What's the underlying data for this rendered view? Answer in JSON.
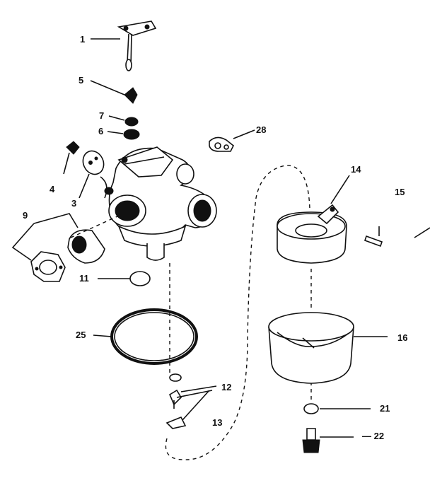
{
  "callouts": {
    "c1": "1",
    "c3": "3",
    "c4": "4",
    "c5": "5",
    "c6": "6",
    "c7": "7",
    "c9": "9",
    "c11": "11",
    "c12": "12",
    "c13": "13",
    "c14": "14",
    "c15": "15",
    "c16": "16",
    "c21": "21",
    "c22": "— 22",
    "c25": "25",
    "c28": "28"
  }
}
